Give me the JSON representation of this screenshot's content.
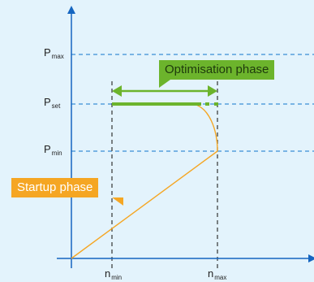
{
  "y_axis": {
    "p_max": {
      "main": "P",
      "sub": "max"
    },
    "p_set": {
      "main": "P",
      "sub": "set"
    },
    "p_min": {
      "main": "P",
      "sub": "min"
    }
  },
  "x_axis": {
    "n_min": {
      "main": "n",
      "sub": "min"
    },
    "n_max": {
      "main": "n",
      "sub": "max"
    }
  },
  "phases": {
    "optimisation": "Optimisation phase",
    "startup": "Startup phase"
  },
  "colors": {
    "background": "#e3f3fc",
    "axis": "#1565c0",
    "dashed_blue": "#3a8fd6",
    "dashed_dark": "#333333",
    "green": "#6cb42c",
    "orange": "#f5a623"
  }
}
